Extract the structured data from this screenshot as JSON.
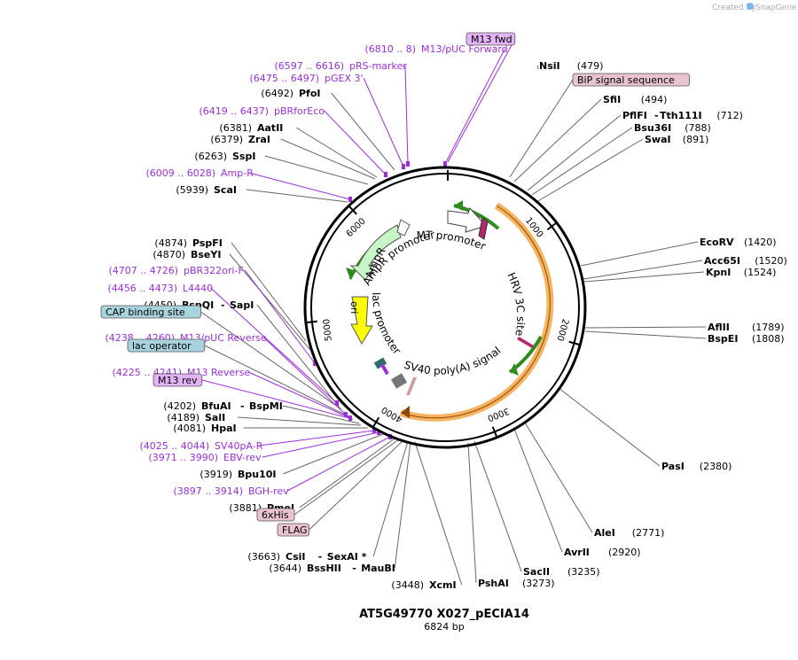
{
  "title": "AT5G49770 X027_pECIA14",
  "subtitle": "6824 bp",
  "watermark": "Created by",
  "watermark_brand": "SnapGene",
  "total_bp": 6824,
  "tick_labels": [
    "1000",
    "2000",
    "3000",
    "4000",
    "5000",
    "6000"
  ],
  "colors": {
    "primer": "#9b30d9",
    "ampr": "#c8f5c8",
    "ori": "#ffff00",
    "orange": "#f5a442",
    "green": "#2e8b1e",
    "box_pink": "#e9c3cf",
    "box_teal": "#a9d3dc",
    "box_purple": "#e2b3f5"
  },
  "right_labels": [
    {
      "type": "enzyme",
      "name": "NsiI",
      "pos": "(479)"
    },
    {
      "type": "box",
      "name": "BiP signal sequence",
      "color": "pink"
    },
    {
      "type": "enzyme",
      "name": "SfiI",
      "pos": "(494)"
    },
    {
      "type": "enzyme2",
      "name": "PflFI",
      "name2": "Tth111I",
      "pos": "(712)"
    },
    {
      "type": "enzyme",
      "name": "Bsu36I",
      "pos": "(788)"
    },
    {
      "type": "enzyme",
      "name": "SwaI",
      "pos": "(891)"
    },
    {
      "type": "enzyme",
      "name": "EcoRV",
      "pos": "(1420)"
    },
    {
      "type": "enzyme",
      "name": "Acc65I",
      "pos": "(1520)"
    },
    {
      "type": "enzyme",
      "name": "KpnI",
      "pos": "(1524)"
    },
    {
      "type": "enzyme",
      "name": "AflII",
      "pos": "(1789)"
    },
    {
      "type": "enzyme",
      "name": "BspEI",
      "pos": "(1808)"
    },
    {
      "type": "enzyme",
      "name": "PasI",
      "pos": "(2380)"
    },
    {
      "type": "enzyme",
      "name": "AleI",
      "pos": "(2771)"
    },
    {
      "type": "enzyme",
      "name": "AvrII",
      "pos": "(2920)"
    },
    {
      "type": "enzyme",
      "name": "SacII",
      "pos": "(3235)"
    },
    {
      "type": "enzyme",
      "name": "PshAI",
      "pos": "(3273)"
    }
  ],
  "left_labels": [
    {
      "type": "primer",
      "range": "(6810 .. 8)",
      "name": "M13/pUC Forward"
    },
    {
      "type": "box",
      "name": "M13 fwd",
      "color": "purple"
    },
    {
      "type": "primer",
      "range": "(6597 .. 6616)",
      "name": "pRS-marker"
    },
    {
      "type": "primer",
      "range": "(6475 .. 6497)",
      "name": "pGEX 3'"
    },
    {
      "type": "enzyme",
      "pos": "(6492)",
      "name": "PfoI"
    },
    {
      "type": "primer",
      "range": "(6419 .. 6437)",
      "name": "pBRforEco"
    },
    {
      "type": "enzyme",
      "pos": "(6381)",
      "name": "AatII"
    },
    {
      "type": "enzyme",
      "pos": "(6379)",
      "name": "ZraI"
    },
    {
      "type": "enzyme",
      "pos": "(6263)",
      "name": "SspI"
    },
    {
      "type": "primer",
      "range": "(6009 .. 6028)",
      "name": "Amp-R"
    },
    {
      "type": "enzyme",
      "pos": "(5939)",
      "name": "ScaI"
    },
    {
      "type": "enzyme",
      "pos": "(4874)",
      "name": "PspFI"
    },
    {
      "type": "enzyme",
      "pos": "(4870)",
      "name": "BseYI"
    },
    {
      "type": "primer",
      "range": "(4707 .. 4726)",
      "name": "pBR322ori-F"
    },
    {
      "type": "primer",
      "range": "(4456 .. 4473)",
      "name": "L4440"
    },
    {
      "type": "enzyme2",
      "pos": "(4450)",
      "name": "BspQI",
      "name2": "SapI"
    },
    {
      "type": "box",
      "name": "CAP binding site",
      "color": "teal"
    },
    {
      "type": "primer",
      "range": "(4238 .. 4260)",
      "name": "M13/pUC Reverse"
    },
    {
      "type": "box",
      "name": "lac operator",
      "color": "teal"
    },
    {
      "type": "primer",
      "range": "(4225 .. 4241)",
      "name": "M13 Reverse"
    },
    {
      "type": "box",
      "name": "M13 rev",
      "color": "purple"
    },
    {
      "type": "enzyme2",
      "pos": "(4202)",
      "name": "BfuAI",
      "name2": "BspMI"
    },
    {
      "type": "enzyme",
      "pos": "(4189)",
      "name": "SalI"
    },
    {
      "type": "enzyme",
      "pos": "(4081)",
      "name": "HpaI"
    },
    {
      "type": "primer",
      "range": "(4025 .. 4044)",
      "name": "SV40pA-R"
    },
    {
      "type": "primer",
      "range": "(3971 .. 3990)",
      "name": "EBV-rev"
    },
    {
      "type": "enzyme",
      "pos": "(3919)",
      "name": "Bpu10I"
    },
    {
      "type": "primer",
      "range": "(3897 .. 3914)",
      "name": "BGH-rev"
    },
    {
      "type": "enzyme",
      "pos": "(3881)",
      "name": "PmeI"
    },
    {
      "type": "box",
      "name": "6xHis",
      "color": "pink"
    },
    {
      "type": "box",
      "name": "FLAG",
      "color": "pink"
    },
    {
      "type": "enzyme2",
      "pos": "(3663)",
      "name": "CsiI",
      "name2": "SexAI *"
    },
    {
      "type": "enzyme2",
      "pos": "(3644)",
      "name": "BssHII",
      "name2": "MauBI"
    },
    {
      "type": "enzyme",
      "pos": "(3448)",
      "name": "XcmI"
    }
  ],
  "inner_features": {
    "mt_promoter": "MT promoter",
    "ampr": "AmpR",
    "ampr_promoter": "AmpR promoter",
    "ori": "ori",
    "lac_promoter": "lac promoter",
    "hrv": "HRV 3C site",
    "sv40": "SV40 poly(A) signal"
  }
}
